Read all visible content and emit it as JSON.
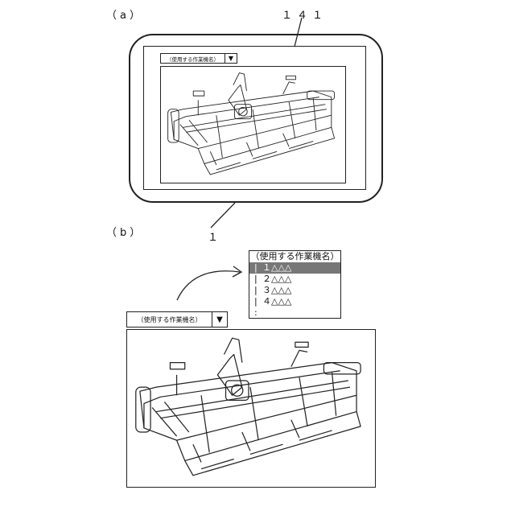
{
  "figure_a": {
    "label": "（a）",
    "ref_screen": "１４１",
    "ref_device": "１"
  },
  "figure_b": {
    "label": "（b）"
  },
  "dropdown": {
    "placeholder": "（使用する作業機名）",
    "arrow": "▼"
  },
  "list": {
    "title": "（使用する作業機名）",
    "items": [
      "１△△△",
      "２△△△",
      "３△△△",
      "４△△△",
      ":"
    ],
    "selected_index": 0
  },
  "icons": {
    "dropdown_arrow": "triangle-down-icon",
    "machine": "rotary-tiller-illustration",
    "curve_arrow": "curved-arrow-icon"
  },
  "colors": {
    "line": "#222222",
    "selected_bg": "#777777",
    "background": "#ffffff"
  }
}
